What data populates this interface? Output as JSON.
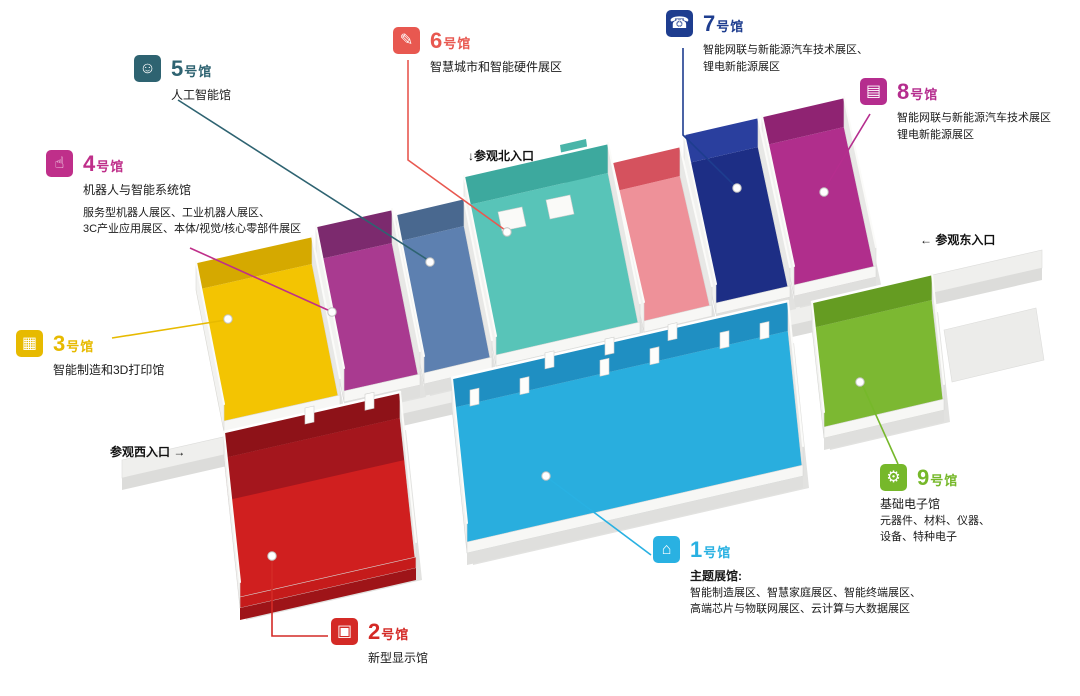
{
  "entrances": {
    "north": "↓参观北入口",
    "east": "← 参观东入口",
    "west": "参观西入口 →"
  },
  "unlabeled_hall": {
    "floor": "#ee9199",
    "wall": "#d5525e"
  },
  "halls": [
    {
      "num": "1",
      "suffix": "号馆",
      "label_color": "#29b1e2",
      "icon": {
        "name": "house-icon",
        "glyph": "⌂"
      },
      "name": "",
      "name_bold": "主题展馆:",
      "desc1": "智能制造展区、智慧家庭展区、智能终端展区、",
      "desc2": "高端芯片与物联网展区、云计算与大数据展区",
      "map": {
        "floor": "#29aede",
        "wall": "#1f8fc2"
      }
    },
    {
      "num": "2",
      "suffix": "号馆",
      "label_color": "#d42a26",
      "icon": {
        "name": "monitor-icon",
        "glyph": "▣"
      },
      "name": "新型显示馆",
      "name_bold": "",
      "desc1": "",
      "desc2": "",
      "map": {
        "floor": "#d01f1f",
        "wall": "#8e1218",
        "accent": "#a4161d",
        "front": "#c51b1b",
        "front_slab": "#9e1418"
      }
    },
    {
      "num": "3",
      "suffix": "号馆",
      "label_color": "#e7ba00",
      "icon": {
        "name": "printer-icon",
        "glyph": "▦"
      },
      "name": "智能制造和3D打印馆",
      "name_bold": "",
      "desc1": "",
      "desc2": "",
      "map": {
        "floor": "#f3c402",
        "wall": "#d5a900"
      }
    },
    {
      "num": "4",
      "suffix": "号馆",
      "label_color": "#bf2f8a",
      "icon": {
        "name": "hand-pointer-icon",
        "glyph": "☝"
      },
      "name": "机器人与智能系统馆",
      "name_bold": "",
      "desc1": "服务型机器人展区、工业机器人展区、",
      "desc2": "3C产业应用展区、本体/视觉/核心零部件展区",
      "map": {
        "floor": "#a93a90",
        "wall": "#7c2a6e"
      }
    },
    {
      "num": "5",
      "suffix": "号馆",
      "label_color": "#2e6371",
      "icon": {
        "name": "robot-face-icon",
        "glyph": "☺"
      },
      "name": "人工智能馆",
      "name_bold": "",
      "desc1": "",
      "desc2": "",
      "map": {
        "floor": "#5d80b0",
        "wall": "#49688f"
      }
    },
    {
      "num": "6",
      "suffix": "号馆",
      "label_color": "#e85850",
      "icon": {
        "name": "pencil-icon",
        "glyph": "✎"
      },
      "name": "智慧城市和智能硬件展区",
      "name_bold": "",
      "desc1": "",
      "desc2": "",
      "map": {
        "floor": "#58c4b8",
        "wall": "#3da99e"
      }
    },
    {
      "num": "7",
      "suffix": "号馆",
      "label_color": "#1e3d8f",
      "icon": {
        "name": "phone-icon",
        "glyph": "☎"
      },
      "name": "",
      "name_bold": "",
      "desc1": "智能网联与新能源汽车技术展区、",
      "desc2": "锂电新能源展区",
      "map": {
        "floor": "#1d2e85",
        "wall": "#2a3f9e"
      }
    },
    {
      "num": "8",
      "suffix": "号馆",
      "label_color": "#b52d8e",
      "icon": {
        "name": "document-icon",
        "glyph": "▤"
      },
      "name": "",
      "name_bold": "",
      "desc1": "智能网联与新能源汽车技术展区",
      "desc2": "锂电新能源展区",
      "map": {
        "floor": "#b02e8c",
        "wall": "#8f2372"
      }
    },
    {
      "num": "9",
      "suffix": "号馆",
      "label_color": "#76b82a",
      "icon": {
        "name": "gear-icon",
        "glyph": "⚙"
      },
      "name": "基础电子馆",
      "name_bold": "",
      "desc1": "元器件、材料、仪器、",
      "desc2": "设备、特种电子",
      "map": {
        "floor": "#7cb832",
        "wall": "#659c22"
      }
    }
  ]
}
